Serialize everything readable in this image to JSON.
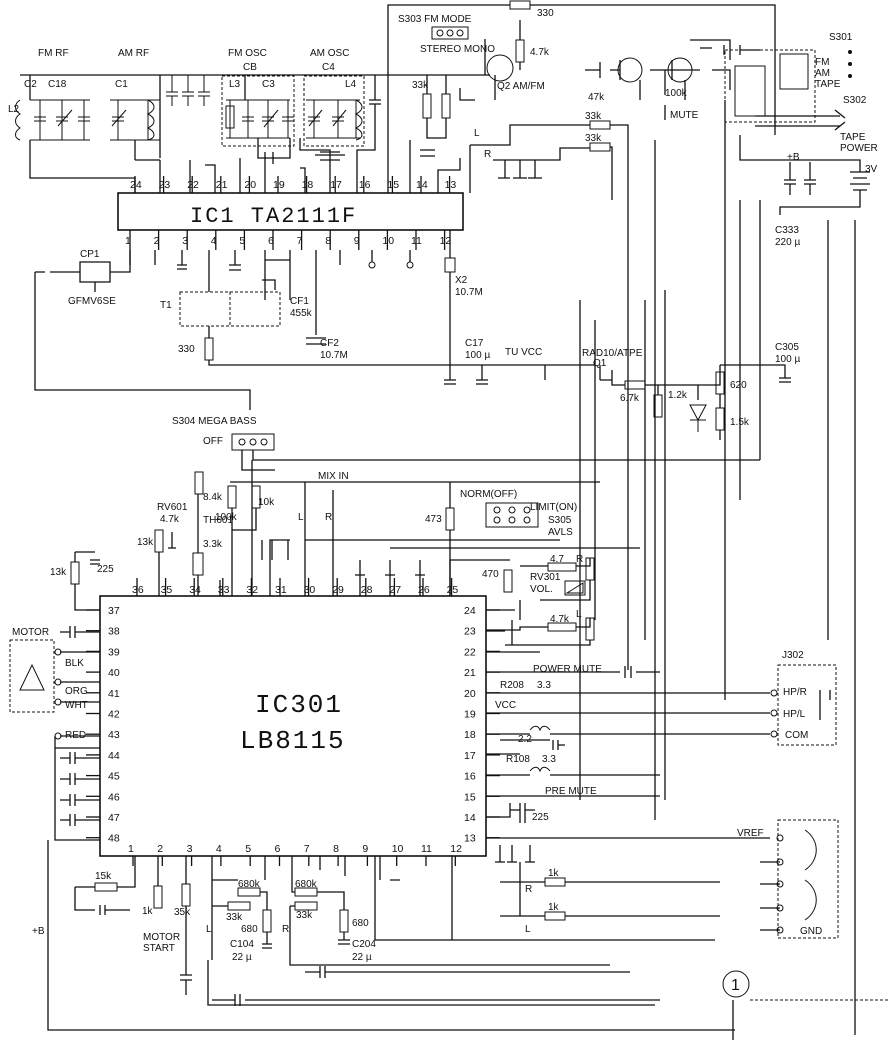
{
  "ic1": {
    "title": "IC1 TA2111F",
    "top_pins": [
      "24",
      "23",
      "22",
      "21",
      "20",
      "19",
      "18",
      "17",
      "16",
      "15",
      "14",
      "13"
    ],
    "bottom_pins": [
      "1",
      "2",
      "3",
      "4",
      "5",
      "6",
      "7",
      "8",
      "9",
      "10",
      "11",
      "12"
    ]
  },
  "ic301": {
    "title_1": "IC301",
    "title_2": "LB8115",
    "top_pins": [
      "36",
      "35",
      "34",
      "33",
      "32",
      "31",
      "30",
      "29",
      "28",
      "27",
      "26",
      "25"
    ],
    "right_pins": [
      "24",
      "23",
      "22",
      "21",
      "20",
      "19",
      "18",
      "17",
      "16",
      "15",
      "14",
      "13"
    ],
    "left_pins": [
      "37",
      "38",
      "39",
      "40",
      "41",
      "42",
      "43",
      "44",
      "45",
      "46",
      "47",
      "48"
    ],
    "bottom_pins": [
      "1",
      "2",
      "3",
      "4",
      "5",
      "6",
      "7",
      "8",
      "9",
      "10",
      "11",
      "12"
    ]
  },
  "section_labels": {
    "fm_rf": "FM RF",
    "am_rf": "AM RF",
    "fm_osc": "FM OSC",
    "am_osc": "AM OSC",
    "s303": "S303 FM MODE",
    "stereo_mono": "STEREO MONO",
    "s301": "S301",
    "fm_am_tape": [
      "FM",
      "AM",
      "TAPE"
    ],
    "s302": "S302",
    "tape_power": [
      "TAPE",
      "POWER"
    ],
    "mute": "MUTE",
    "q2": "Q2 AM/FM",
    "s304": "S304 MEGA BASS",
    "off": "OFF",
    "mix_in": "MIX IN",
    "norm_off": "NORM(OFF)",
    "limit_on": "LIMIT(ON)",
    "s305": "S305",
    "avls": "AVLS",
    "rv301_vol": [
      "RV301",
      "VOL."
    ],
    "power_mute": "POWER MUTE",
    "pre_mute": "PRE MUTE",
    "vcc": "VCC",
    "vref": "VREF",
    "gnd": "GND",
    "j302": "J302",
    "hp_r": "HP/R",
    "hp_l": "HP/L",
    "com": "COM",
    "motor": "MOTOR",
    "blk": "BLK",
    "org": "ORG",
    "wht": "WHT",
    "red": "RED",
    "motor_start": [
      "MOTOR",
      "START"
    ],
    "tu_vcc": "TU VCC",
    "rad10": "RAD10/ATPE",
    "q1": "Q1",
    "plus_b": "+B",
    "plus_b_left": "+B",
    "three_v": "3V",
    "circle_1": "1",
    "R": "R",
    "L": "L"
  },
  "components": {
    "L2": "L2",
    "C2": "C2",
    "C18": "C18",
    "C1": "C1",
    "CB": "CB",
    "L3": "L3",
    "C3": "C3",
    "C4": "C4",
    "L4": "L4",
    "r330_top": "330",
    "r4_7k": "4.7k",
    "r33k_a": "33k",
    "r33k_b": "33k",
    "r33k_c": "33k",
    "r47k": "47k",
    "r100k": "100k",
    "c333": "C333",
    "c333v": "220 µ",
    "cp1": "CP1",
    "gfmv": "GFMV6SE",
    "t1": "T1",
    "cf1": "CF1",
    "cf1v": "455k",
    "cf2": "CF2",
    "cf2v": "10.7M",
    "r330": "330",
    "x2": "X2",
    "x2v": "10.7M",
    "c17": "C17",
    "c17v": "100 µ",
    "c305": "C305",
    "c305v": "100 µ",
    "r6_7k": "6.7k",
    "r1_2k": "1.2k",
    "r620": "620",
    "r1_5k": "1.5k",
    "r8_4k": "8.4k",
    "r100k_b": "100k",
    "r10k": "10k",
    "rv601": "RV601",
    "rv601v": "4.7k",
    "th601": "TH601",
    "th601v": "3.3k",
    "r13k": "13k",
    "r13k_b": "13k",
    "c225": "225",
    "r473": "473",
    "r470": "470",
    "r4_7": "4.7",
    "r4_7k_b": "4.7k",
    "r208": "R208",
    "r208v": "3.3",
    "r2_2": "2.2",
    "r108": "R108",
    "r108v": "3.3",
    "c225_b": "225",
    "r15k": "15k",
    "r1k": "1k",
    "r35k": "35k",
    "r680k_a": "680k",
    "r680k_b": "680k",
    "r33k_d": "33k",
    "r33k_e": "33k",
    "r680_a": "680",
    "r680_b": "680",
    "c104": "C104",
    "c104v": "22 µ",
    "c204": "C204",
    "c204v": "22 µ",
    "r1k_a": "1k",
    "r1k_b": "1k"
  }
}
